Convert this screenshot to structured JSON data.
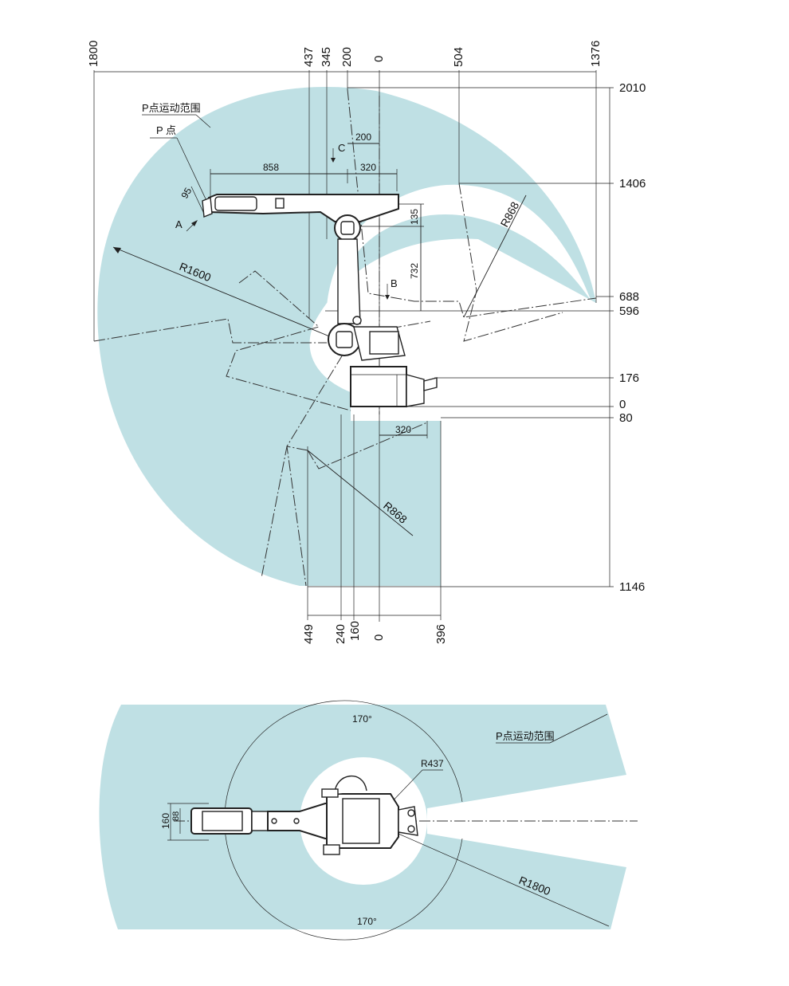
{
  "side_view": {
    "top_dimensions": [
      "1800",
      "437",
      "345",
      "200",
      "0",
      "504",
      "1376"
    ],
    "bottom_dimensions": [
      "449",
      "240",
      "160",
      "0",
      "396"
    ],
    "right_dimensions": [
      "2010",
      "1406",
      "688",
      "596",
      "176",
      "0",
      "80",
      "1146"
    ],
    "labels": {
      "p_range": "P点运动范围",
      "p_point": "P 点",
      "view_a": "A",
      "view_b": "B",
      "view_c": "C",
      "d200": "200",
      "d858": "858",
      "d320_top": "320",
      "d95": "95",
      "d135": "135",
      "d732": "732",
      "r868_upper": "R868",
      "r1600": "R1600",
      "d320_bottom": "320",
      "r868_lower": "R868"
    }
  },
  "top_view": {
    "labels": {
      "angle_top": "170°",
      "angle_bottom": "170°",
      "p_range": "P点运动范围",
      "r437": "R437",
      "r1800": "R1800",
      "d160": "160",
      "d88": "88"
    }
  },
  "colors": {
    "zone": "#bfe0e4",
    "line": "#222222"
  }
}
